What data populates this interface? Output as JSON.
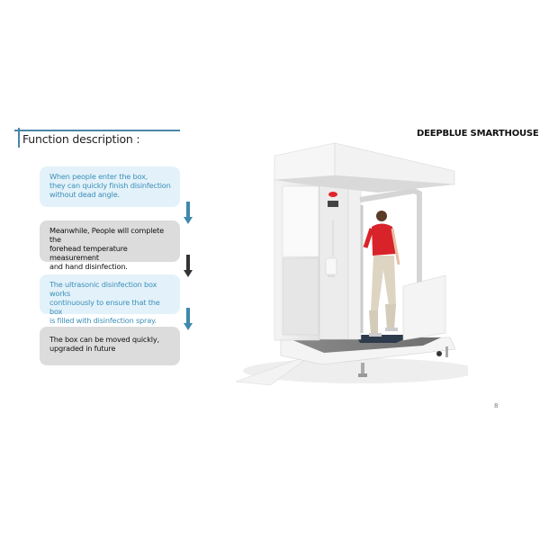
{
  "slide": {
    "title": "Function description :",
    "brand": "DEEPBLUE SMARTHOUSE",
    "page_number": "8",
    "accent_color": "#4a86a8",
    "steps": [
      {
        "text_lines": [
          "When people enter the box,",
          "they can quickly finish disinfection",
          "without dead angle."
        ],
        "style": "blue",
        "bg": "#e3f2fa",
        "text_color": "#3d8fb8"
      },
      {
        "text_lines": [
          "Meanwhile, People will complete the",
          "forehead temperature measurement",
          "and hand disinfection."
        ],
        "style": "grey",
        "bg": "#dcdcdc",
        "text_color": "#111111"
      },
      {
        "text_lines": [
          "The ultrasonic disinfection box works",
          "continuously to ensure that the box",
          "is filled with disinfection spray."
        ],
        "style": "blue",
        "bg": "#e3f2fa",
        "text_color": "#3d8fb8"
      },
      {
        "text_lines": [
          "The box can be moved quickly,",
          "upgraded in future"
        ],
        "style": "grey",
        "bg": "#dcdcdc",
        "text_color": "#111111"
      }
    ],
    "arrows": [
      {
        "color": "#3f88ad",
        "direction": "down"
      },
      {
        "color": "#333333",
        "direction": "down"
      },
      {
        "color": "#3f88ad",
        "direction": "down"
      }
    ],
    "image": {
      "description": "White disinfection booth with canopy roof, control panel, hand sanitizer dispenser, ramp and casters; person in red t-shirt walking through"
    }
  }
}
